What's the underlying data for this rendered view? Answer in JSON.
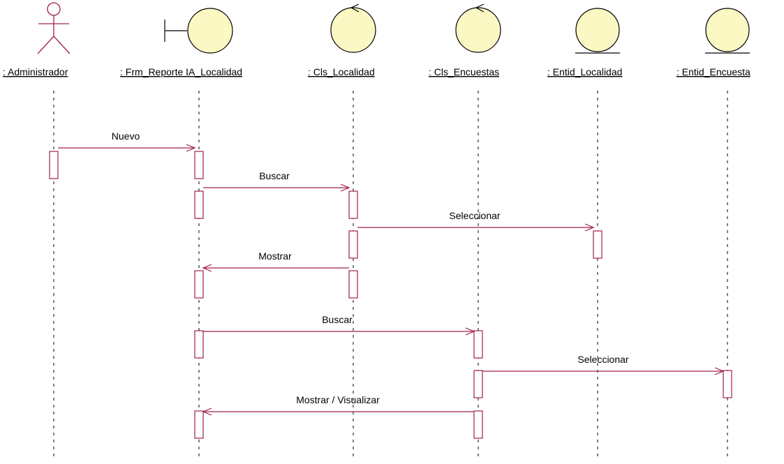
{
  "diagram": {
    "type": "uml-sequence",
    "colors": {
      "actor_stroke": "#a0204a",
      "object_fill": "#fbf8c4",
      "object_stroke": "#000000",
      "message": "#a0204a",
      "activation_stroke": "#a0204a",
      "lifeline": "#000000"
    },
    "participants": [
      {
        "id": "administrador",
        "kind": "actor",
        "label": ": Administrador"
      },
      {
        "id": "frm-reporte",
        "kind": "boundary",
        "label": ": Frm_Reporte IA_Localidad"
      },
      {
        "id": "cls-localidad",
        "kind": "control",
        "label": ": Cls_Localidad"
      },
      {
        "id": "cls-encuestas",
        "kind": "control",
        "label": ": Cls_Encuestas"
      },
      {
        "id": "entid-localidad",
        "kind": "entity",
        "label": ": Entid_Localidad"
      },
      {
        "id": "entid-encuesta",
        "kind": "entity",
        "label": ": Entid_Encuesta"
      }
    ],
    "messages": [
      {
        "label": "Nuevo",
        "from": "administrador",
        "to": "frm-reporte"
      },
      {
        "label": "Buscar",
        "from": "frm-reporte",
        "to": "cls-localidad"
      },
      {
        "label": "Seleccionar",
        "from": "cls-localidad",
        "to": "entid-localidad"
      },
      {
        "label": "Mostrar",
        "from": "cls-localidad",
        "to": "frm-reporte"
      },
      {
        "label": "Buscar",
        "from": "frm-reporte",
        "to": "cls-encuestas"
      },
      {
        "label": "Seleccionar",
        "from": "cls-encuestas",
        "to": "entid-encuesta"
      },
      {
        "label": "Mostrar / Visualizar",
        "from": "cls-encuestas",
        "to": "frm-reporte"
      }
    ]
  }
}
